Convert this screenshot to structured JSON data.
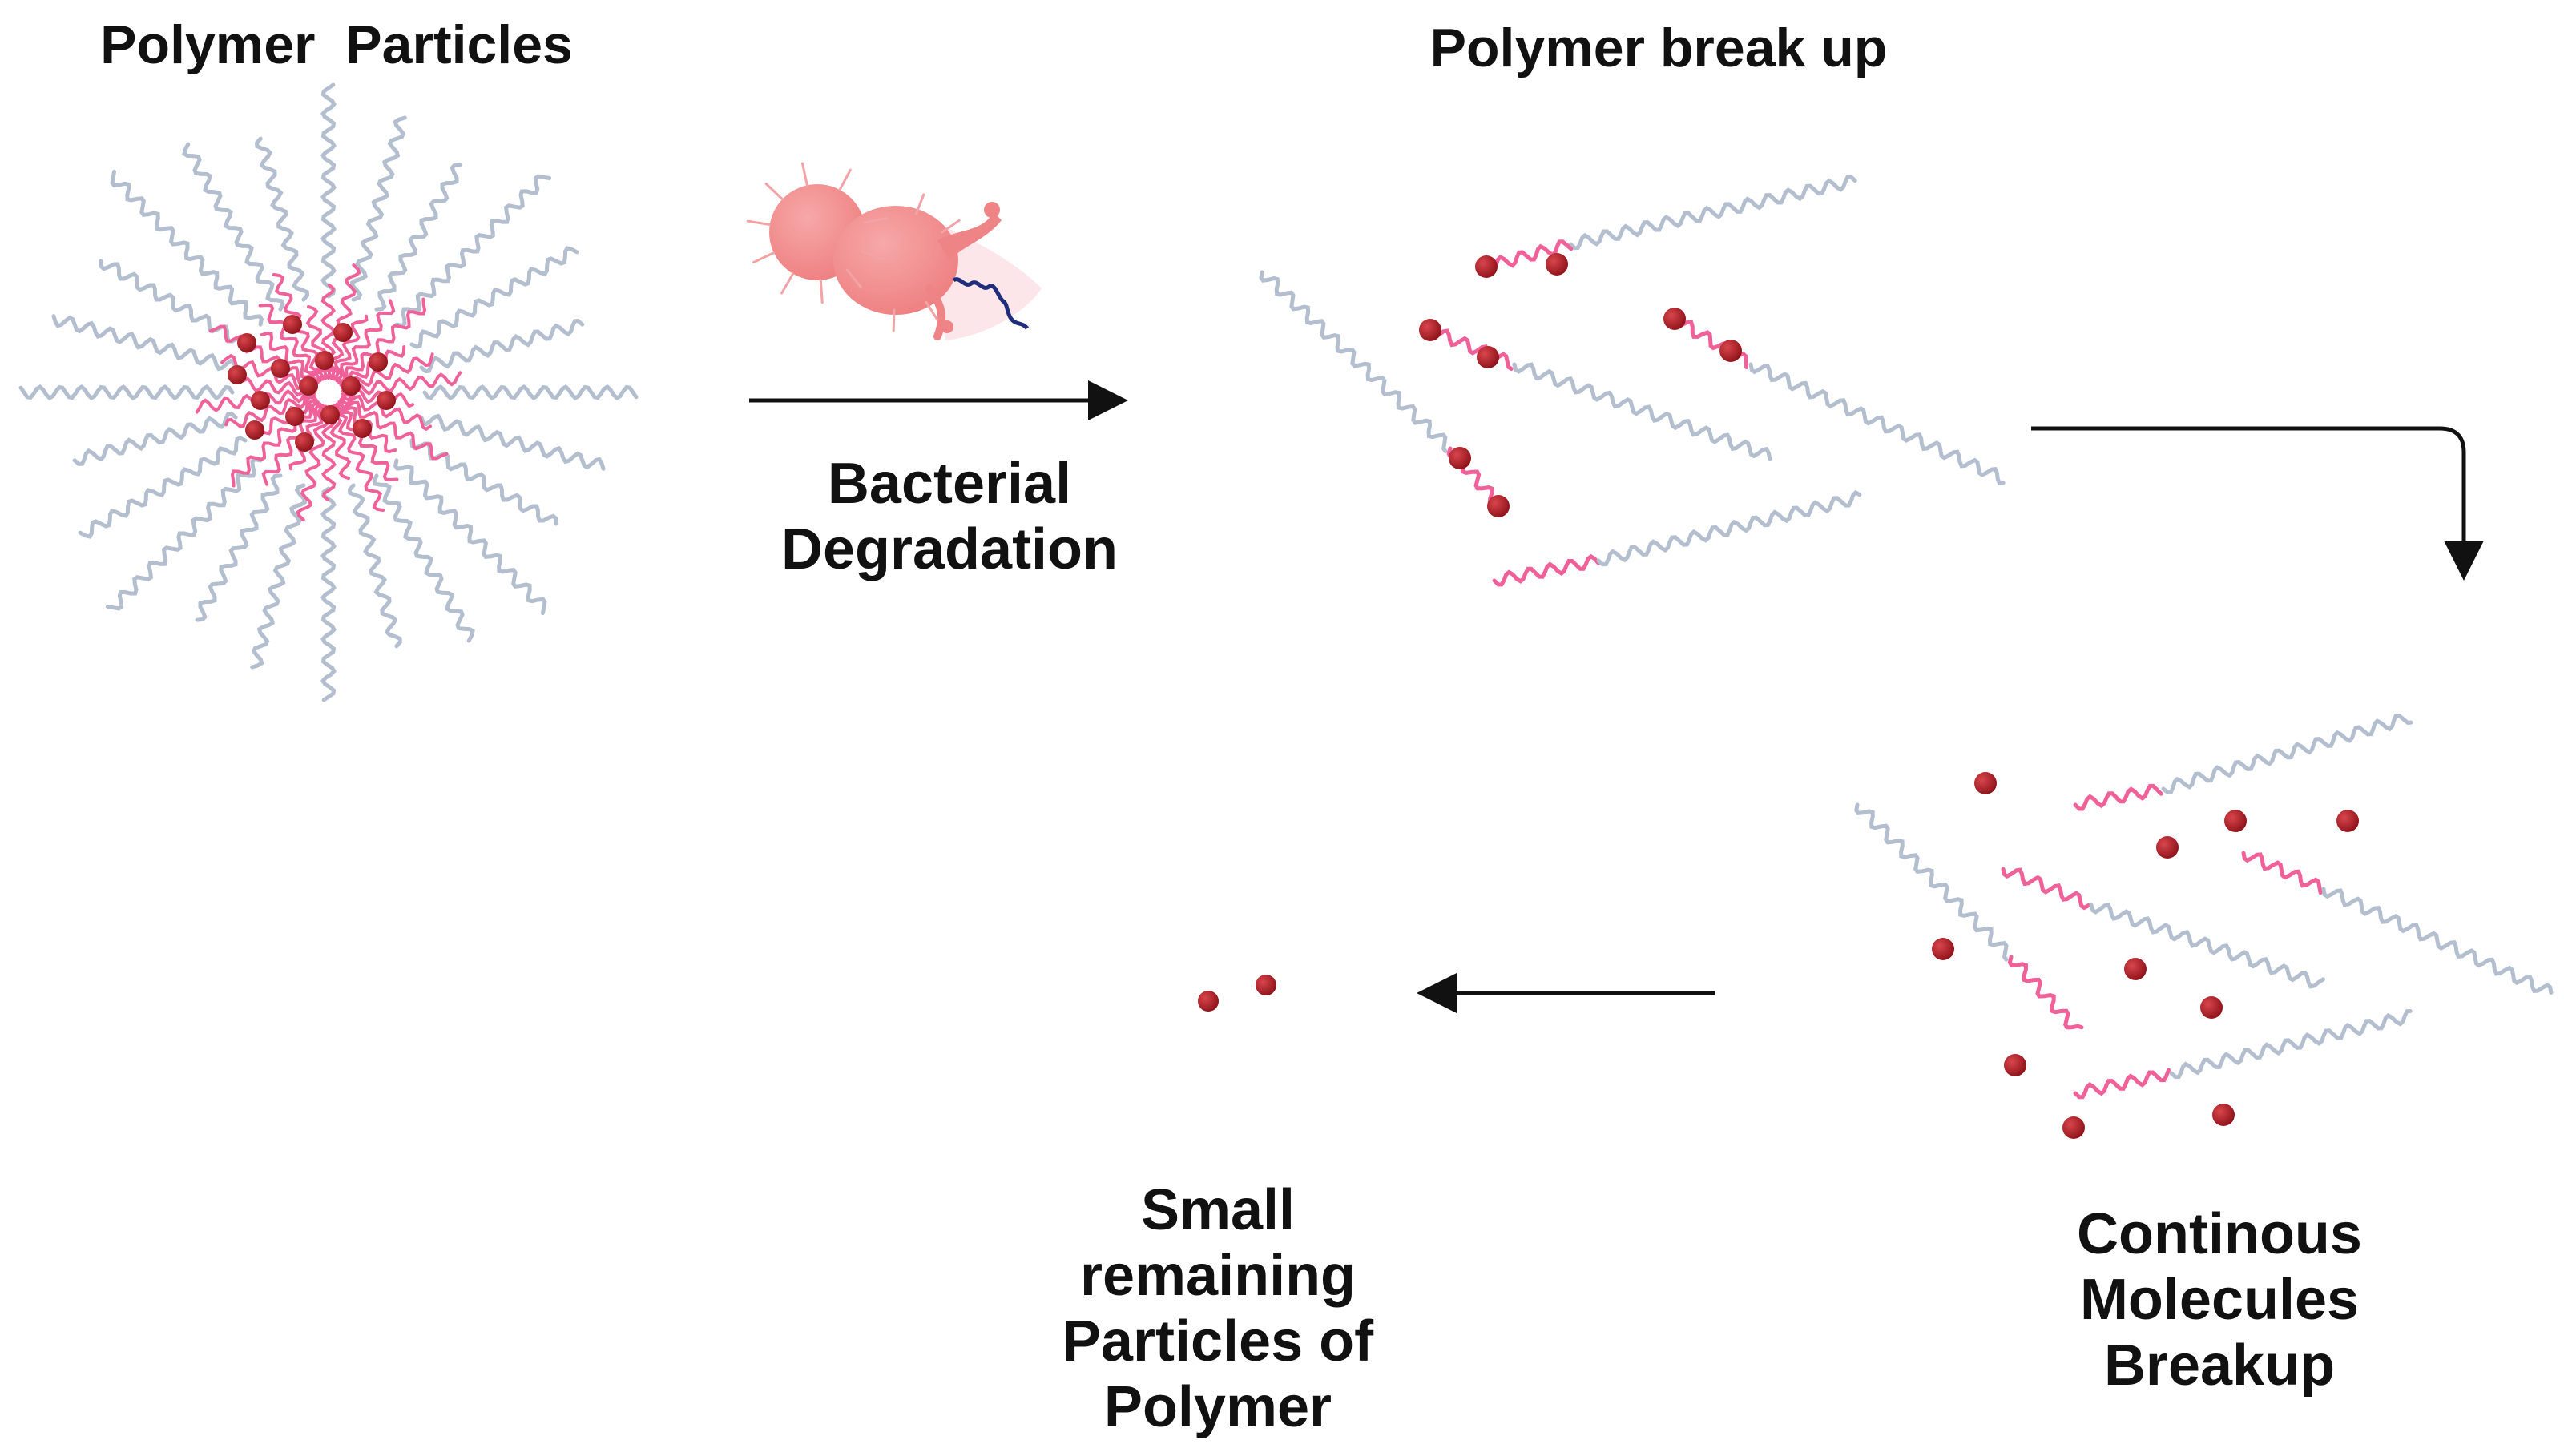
{
  "labels": {
    "polymer_particles": "Polymer  Particles",
    "polymer_break_up": "Polymer break up",
    "bacterial_degradation": [
      "Bacterial",
      "Degradation"
    ],
    "continuous_breakup": [
      "Continous",
      "Molecules",
      "Breakup"
    ],
    "small_remaining": [
      "Small",
      "remaining",
      "Particles of",
      "Polymer"
    ]
  },
  "colors": {
    "backbone_chain": "#b3bfcf",
    "active_chain": "#f0619a",
    "monomer_bead": "#a81b22",
    "bacterium": "#f08c8c",
    "enzyme_strand": "#1f2d7a",
    "arrow": "#111111",
    "text": "#111111"
  },
  "icons": {
    "bacterium": "bacterium-icon",
    "arrow": "arrow-icon"
  }
}
